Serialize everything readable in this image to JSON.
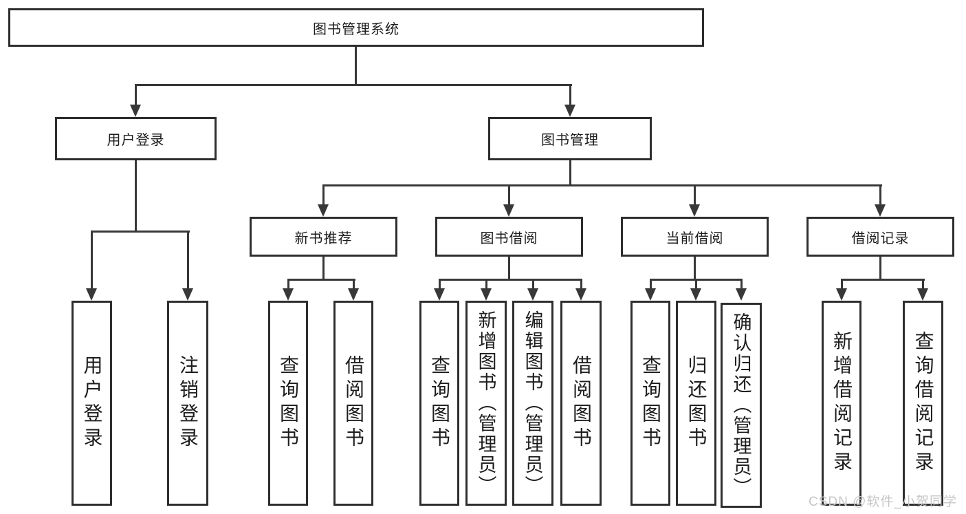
{
  "tree": {
    "label": "图书管理系统",
    "children": [
      {
        "label": "用户登录",
        "children": [
          {
            "label": "用户登录"
          },
          {
            "label": "注销登录"
          }
        ]
      },
      {
        "label": "图书管理",
        "children": [
          {
            "label": "新书推荐",
            "children": [
              {
                "label": "查询图书"
              },
              {
                "label": "借阅图书"
              }
            ]
          },
          {
            "label": "图书借阅",
            "children": [
              {
                "label": "查询图书"
              },
              {
                "label": "新增图书（管理员）"
              },
              {
                "label": "编辑图书（管理员）"
              },
              {
                "label": "借阅图书"
              }
            ]
          },
          {
            "label": "当前借阅",
            "children": [
              {
                "label": "查询图书"
              },
              {
                "label": "归还图书"
              },
              {
                "label": "确认归还（管理员）"
              }
            ]
          },
          {
            "label": "借阅记录",
            "children": [
              {
                "label": "新增借阅记录"
              },
              {
                "label": "查询借阅记录"
              }
            ]
          }
        ]
      }
    ]
  },
  "watermark": {
    "text": "CSDN @软件_小贺同学",
    "color": "#c6c6c6"
  },
  "colors": {
    "background": "#ffffff",
    "line": "#383838",
    "box_border": "#2e2e2e",
    "text": "#1d1d1d"
  }
}
